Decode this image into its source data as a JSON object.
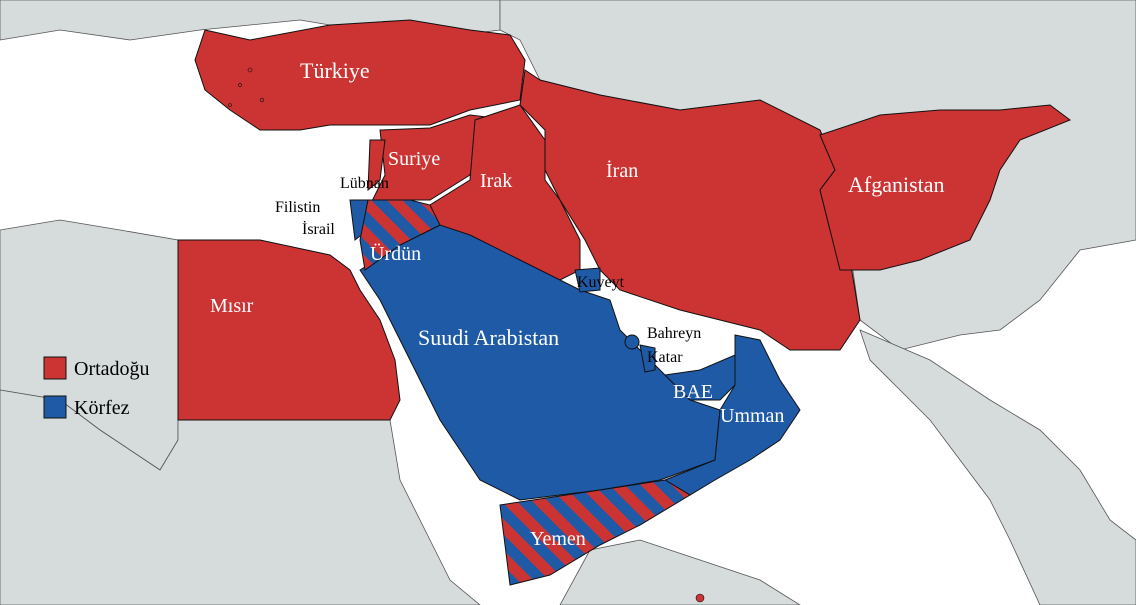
{
  "colors": {
    "middle_east": "#cc3333",
    "gulf": "#1f5aa6",
    "background_land": "#d6dcdc",
    "sea": "#ffffff",
    "border": "#111111"
  },
  "labels": {
    "turkey": "Türkiye",
    "syria": "Suriye",
    "lebanon": "Lübnan",
    "palestine": "Filistin",
    "israel": "İsrail",
    "iraq": "Irak",
    "iran": "İran",
    "afghanistan": "Afganistan",
    "jordan": "Ürdün",
    "kuwait": "Kuveyt",
    "egypt": "Mısır",
    "saudi_arabia": "Suudi Arabistan",
    "bahrain": "Bahreyn",
    "qatar": "Katar",
    "uae": "BAE",
    "oman": "Umman",
    "yemen": "Yemen"
  },
  "legend": {
    "middle_east": "Ortadoğu",
    "gulf": "Körfez"
  }
}
